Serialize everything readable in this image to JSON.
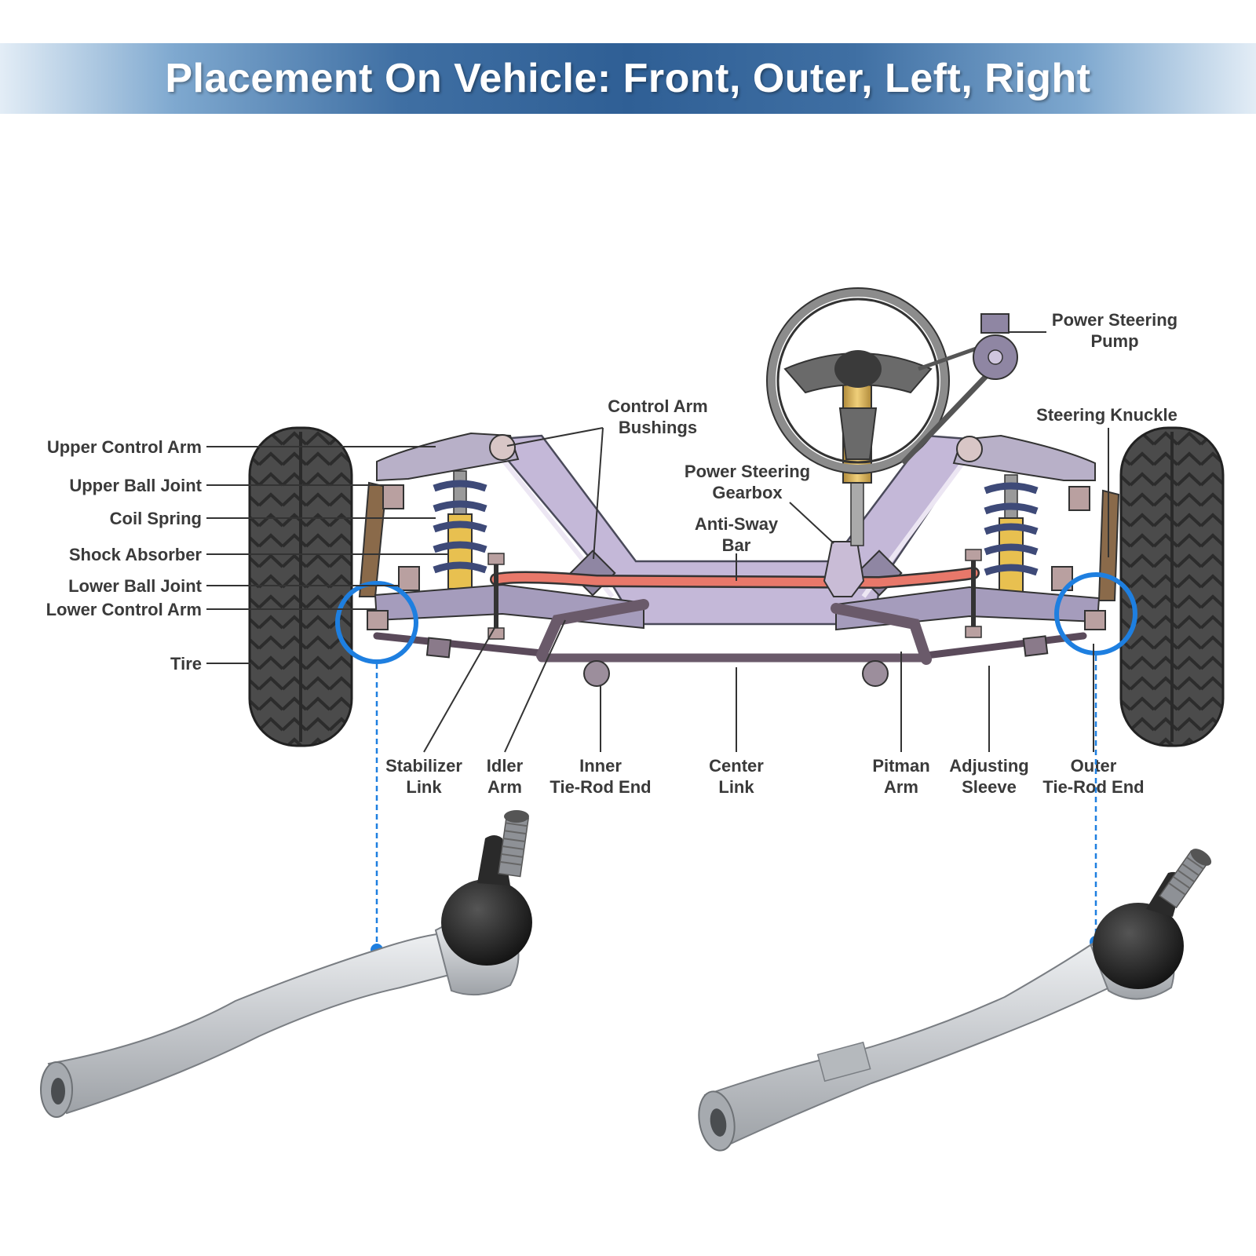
{
  "banner": {
    "title": "Placement On Vehicle: Front, Outer, Left, Right"
  },
  "labels": {
    "upper_control_arm": "Upper Control Arm",
    "upper_ball_joint": "Upper Ball Joint",
    "coil_spring": "Coil Spring",
    "shock_absorber": "Shock Absorber",
    "lower_ball_joint": "Lower Ball Joint",
    "lower_control_arm": "Lower Control Arm",
    "tire": "Tire",
    "control_arm_bushings_1": "Control Arm",
    "control_arm_bushings_2": "Bushings",
    "power_steering_gearbox_1": "Power Steering",
    "power_steering_gearbox_2": "Gearbox",
    "anti_sway_bar_1": "Anti-Sway",
    "anti_sway_bar_2": "Bar",
    "power_steering_pump_1": "Power Steering",
    "power_steering_pump_2": "Pump",
    "steering_knuckle": "Steering Knuckle",
    "stabilizer_link_1": "Stabilizer",
    "stabilizer_link_2": "Link",
    "idler_arm_1": "Idler",
    "idler_arm_2": "Arm",
    "inner_tie_rod_end_1": "Inner",
    "inner_tie_rod_end_2": "Tie-Rod End",
    "center_link_1": "Center",
    "center_link_2": "Link",
    "pitman_arm_1": "Pitman",
    "pitman_arm_2": "Arm",
    "adjusting_sleeve_1": "Adjusting",
    "adjusting_sleeve_2": "Sleeve",
    "outer_tie_rod_end_1": "Outer",
    "outer_tie_rod_end_2": "Tie-Rod End"
  },
  "colors": {
    "banner_blue": "#2f5f95",
    "highlight_blue": "#1e7fe0",
    "frame_lavender": "#c4b8d8",
    "sway_bar_red": "#e8786a",
    "spring_navy": "#3e4a78",
    "shock_yellow": "#e8c050",
    "tire_dark": "#4a4a4a",
    "part_silver": "#c9ccd0"
  }
}
